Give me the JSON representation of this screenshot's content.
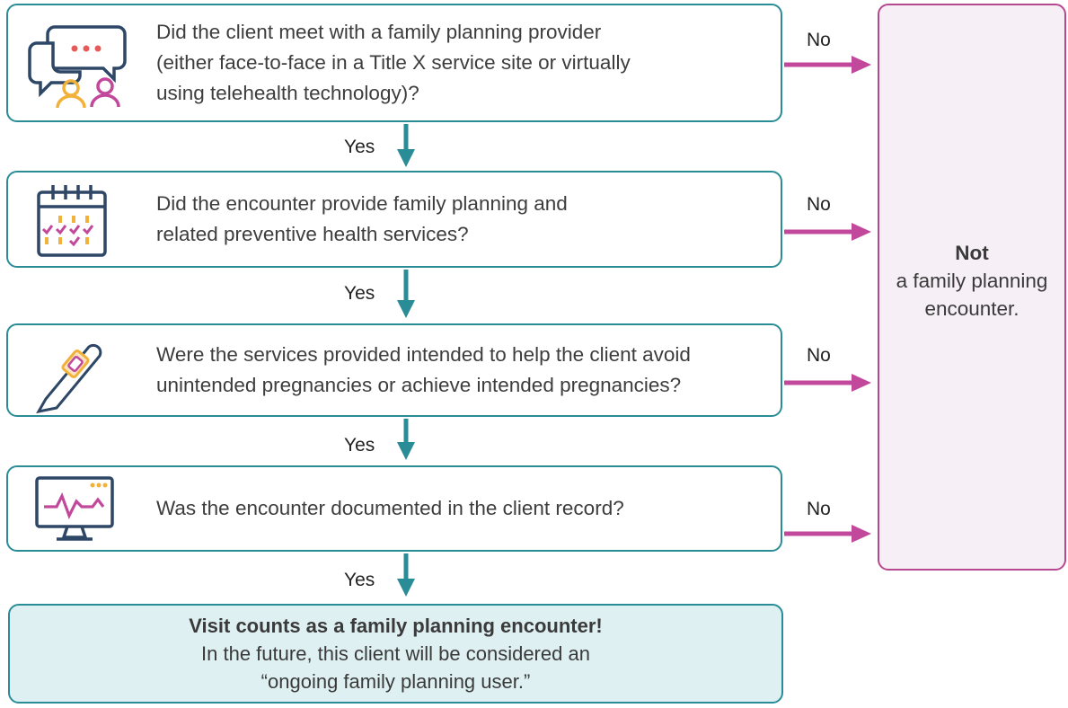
{
  "questions": [
    {
      "text": "Did the client meet with a family planning provider\n(either face-to-face in a Title X service site or virtually\nusing telehealth technology)?",
      "icon": "chat-people-icon"
    },
    {
      "text": "Did the encounter provide family planning and\nrelated preventive health services?",
      "icon": "calendar-check-icon"
    },
    {
      "text": "Were the services provided intended to help the client avoid\nunintended pregnancies or achieve intended pregnancies?",
      "icon": "pregnancy-test-icon"
    },
    {
      "text": "Was the encounter documented in the client record?",
      "icon": "monitor-heartbeat-icon"
    }
  ],
  "labels": {
    "yes": "Yes",
    "no": "No"
  },
  "outcome_no": {
    "bold": "Not",
    "rest": "a family planning\nencounter."
  },
  "outcome_yes": {
    "title": "Visit counts as a family planning encounter!",
    "body": "In the future, this client will be considered an\n“ongoing family planning user.”"
  },
  "colors": {
    "teal": "#2a8c96",
    "magenta": "#c1489b",
    "final_fill": "#dff0f2",
    "side_fill": "#f7eff6"
  }
}
